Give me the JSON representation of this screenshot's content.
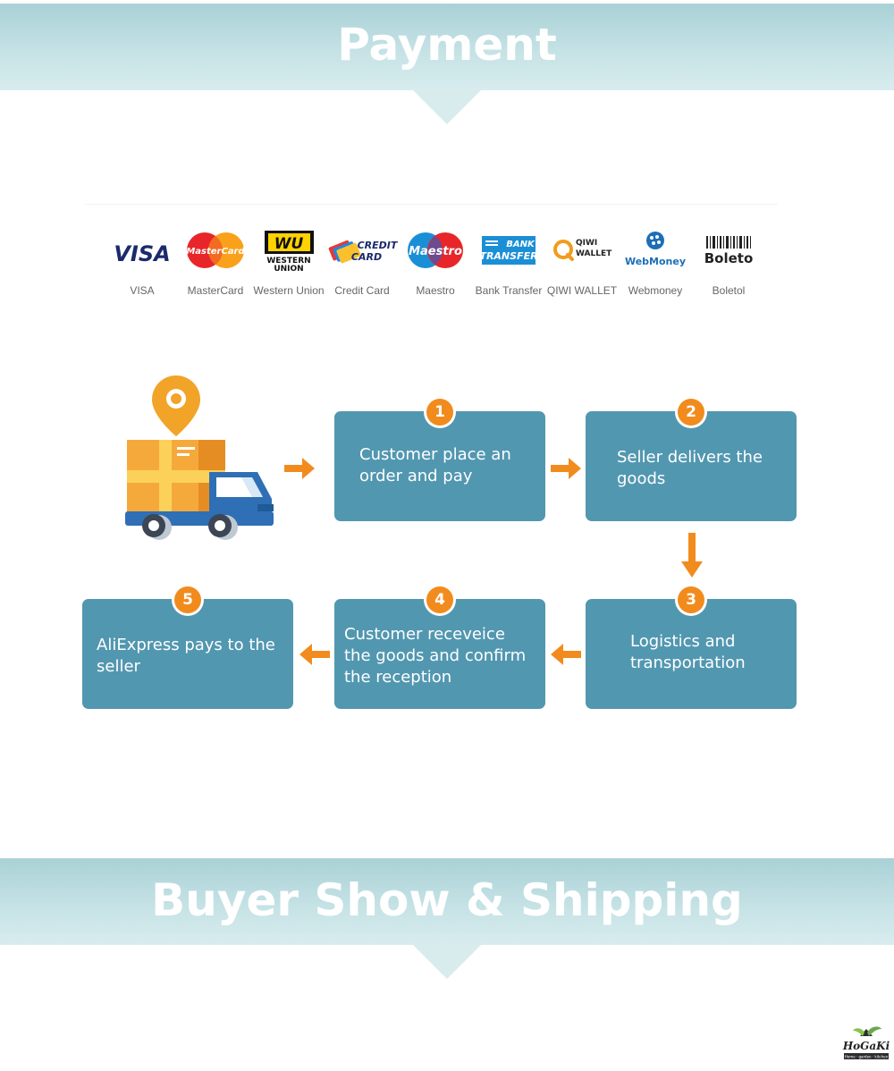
{
  "payment_section": {
    "title": "Payment",
    "methods": [
      {
        "label": "VISA",
        "icon": "visa-logo"
      },
      {
        "label": "MasterCard",
        "icon": "mastercard-logo"
      },
      {
        "label": "Western Union",
        "icon": "western-union-logo"
      },
      {
        "label": "Credit Card",
        "icon": "credit-card-logo"
      },
      {
        "label": "Maestro",
        "icon": "maestro-logo"
      },
      {
        "label": "Bank Transfer",
        "icon": "bank-transfer-logo"
      },
      {
        "label": "QIWI WALLET",
        "icon": "qiwi-wallet-logo"
      },
      {
        "label": "Webmoney",
        "icon": "webmoney-logo"
      },
      {
        "label": "Boletol",
        "icon": "boleto-logo"
      }
    ],
    "logo_text": {
      "visa": "VISA",
      "mastercard": "MasterCard",
      "wu_mark": "WU",
      "wu_line1": "WESTERN",
      "wu_line2": "UNION",
      "credit_line1": "CREDIT",
      "credit_line2": "CARD",
      "maestro": "Maestro",
      "bank_line1": "BANK",
      "bank_line2": "TRANSFER",
      "qiwi_line1": "QIWI",
      "qiwi_line2": "WALLET",
      "webmoney": "WebMoney",
      "boleto": "Boleto"
    }
  },
  "process": {
    "steps": [
      {
        "number": "1",
        "text_lines": [
          "Customer place an",
          "order and pay"
        ]
      },
      {
        "number": "2",
        "text_lines": [
          "Seller delivers the",
          "goods"
        ]
      },
      {
        "number": "3",
        "text_lines": [
          "Logistics and",
          "transportation"
        ]
      },
      {
        "number": "4",
        "text_lines": [
          "Customer receveice",
          "the goods and confirm",
          "the reception"
        ]
      },
      {
        "number": "5",
        "text_lines": [
          "AliExpress pays to the",
          "seller"
        ]
      }
    ],
    "colors": {
      "box": "#5297b0",
      "accent": "#f28b1d"
    }
  },
  "shipping_section": {
    "title": "Buyer Show & Shipping"
  },
  "brand": {
    "name": "HoGaKi",
    "tagline": "Home · garden · kitchen"
  },
  "colors": {
    "banner": "#c5e2e5",
    "box": "#5297b0",
    "orange": "#f28b1d"
  }
}
